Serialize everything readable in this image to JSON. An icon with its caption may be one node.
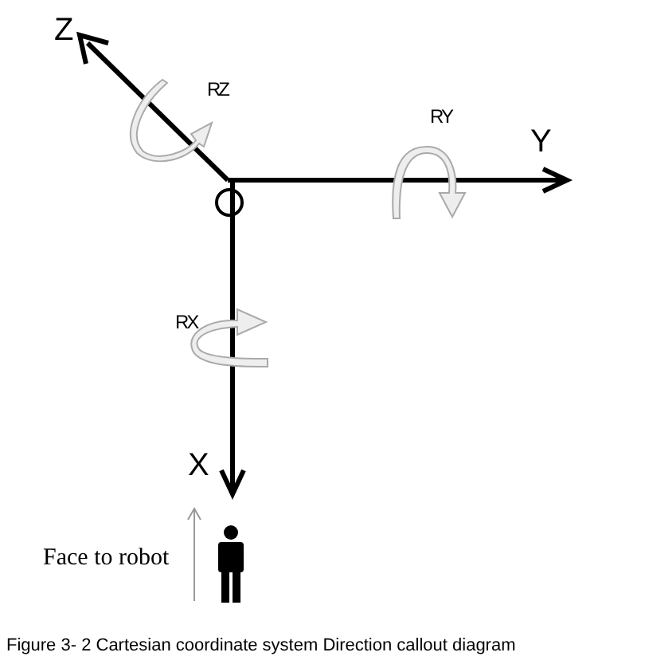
{
  "diagram": {
    "caption": "Figure 3- 2 Cartesian coordinate system Direction callout diagram",
    "labels": [
      "Z",
      "RZ",
      "RY",
      "Y",
      "RX",
      "X",
      "Face to robot"
    ]
  }
}
